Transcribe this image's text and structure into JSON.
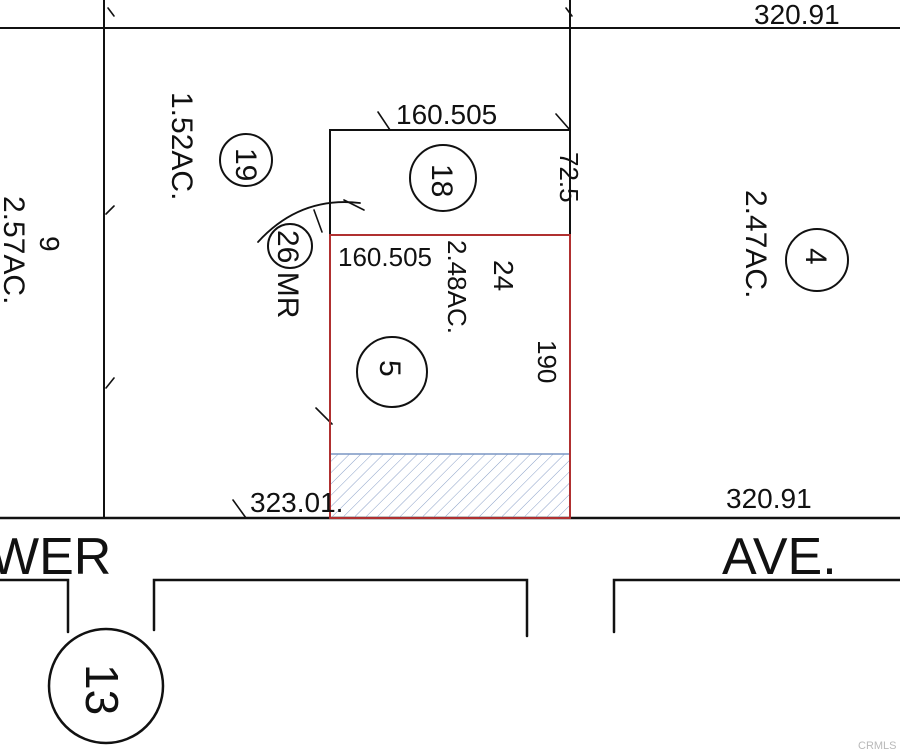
{
  "street": {
    "name_left": "WER",
    "name_right": "AVE."
  },
  "dimensions": {
    "top_right": "320.91",
    "parcel18_top": "160.505",
    "parcel18_side": "72.5",
    "parcel5_top": "160.505",
    "parcel5_side": "190",
    "bottom_left": "323.01.",
    "bottom_right": "320.91"
  },
  "parcels": {
    "p19": {
      "number": "19",
      "area": "1.52AC."
    },
    "p9": {
      "number": "9",
      "area": "2.57AC."
    },
    "p18": {
      "number": "18"
    },
    "p26": {
      "label": "26 MR"
    },
    "p5": {
      "number": "5",
      "area": "2.48AC.",
      "lot": "24"
    },
    "p4": {
      "number": "4",
      "area": "2.47AC."
    },
    "block": {
      "number": "13"
    }
  },
  "highlight": {
    "outline_color": "#b03030",
    "hatch_color": "#7a96c4"
  },
  "watermark": "CRMLS"
}
